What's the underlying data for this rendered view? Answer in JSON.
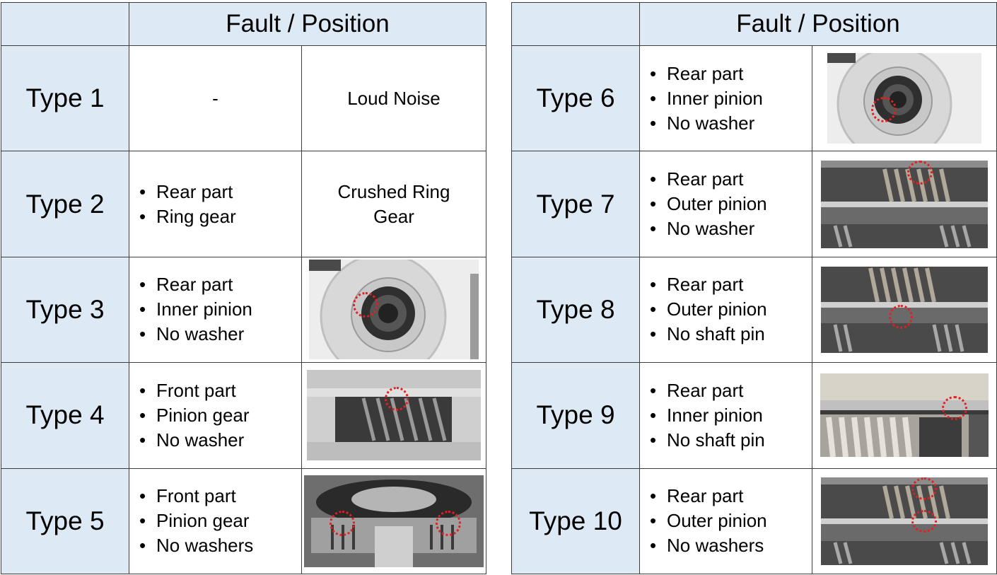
{
  "left": {
    "header": "Fault / Position",
    "rows": [
      {
        "type": "Type 1",
        "position": "-",
        "fault": "Loud Noise"
      },
      {
        "type": "Type 2",
        "items": [
          "Rear part",
          "Ring gear"
        ],
        "fault": "Crushed Ring Gear"
      },
      {
        "type": "Type 3",
        "items": [
          "Rear part",
          "Inner pinion",
          "No washer"
        ]
      },
      {
        "type": "Type 4",
        "items": [
          "Front part",
          "Pinion gear",
          "No washer"
        ]
      },
      {
        "type": "Type 5",
        "items": [
          "Front part",
          "Pinion gear",
          "No washers"
        ]
      }
    ]
  },
  "right": {
    "header": "Fault / Position",
    "rows": [
      {
        "type": "Type 6",
        "items": [
          "Rear part",
          "Inner pinion",
          "No washer"
        ]
      },
      {
        "type": "Type 7",
        "items": [
          "Rear part",
          "Outer pinion",
          "No washer"
        ]
      },
      {
        "type": "Type 8",
        "items": [
          "Rear part",
          "Outer pinion",
          "No shaft pin"
        ]
      },
      {
        "type": "Type 9",
        "items": [
          "Rear part",
          "Inner pinion",
          "No shaft pin"
        ]
      },
      {
        "type": "Type 10",
        "items": [
          "Rear part",
          "Outer pinion",
          "No washers"
        ]
      }
    ]
  },
  "colors": {
    "header_bg": "#dde9f5",
    "marker": "#e41f1f",
    "border": "#3c3c3c"
  }
}
